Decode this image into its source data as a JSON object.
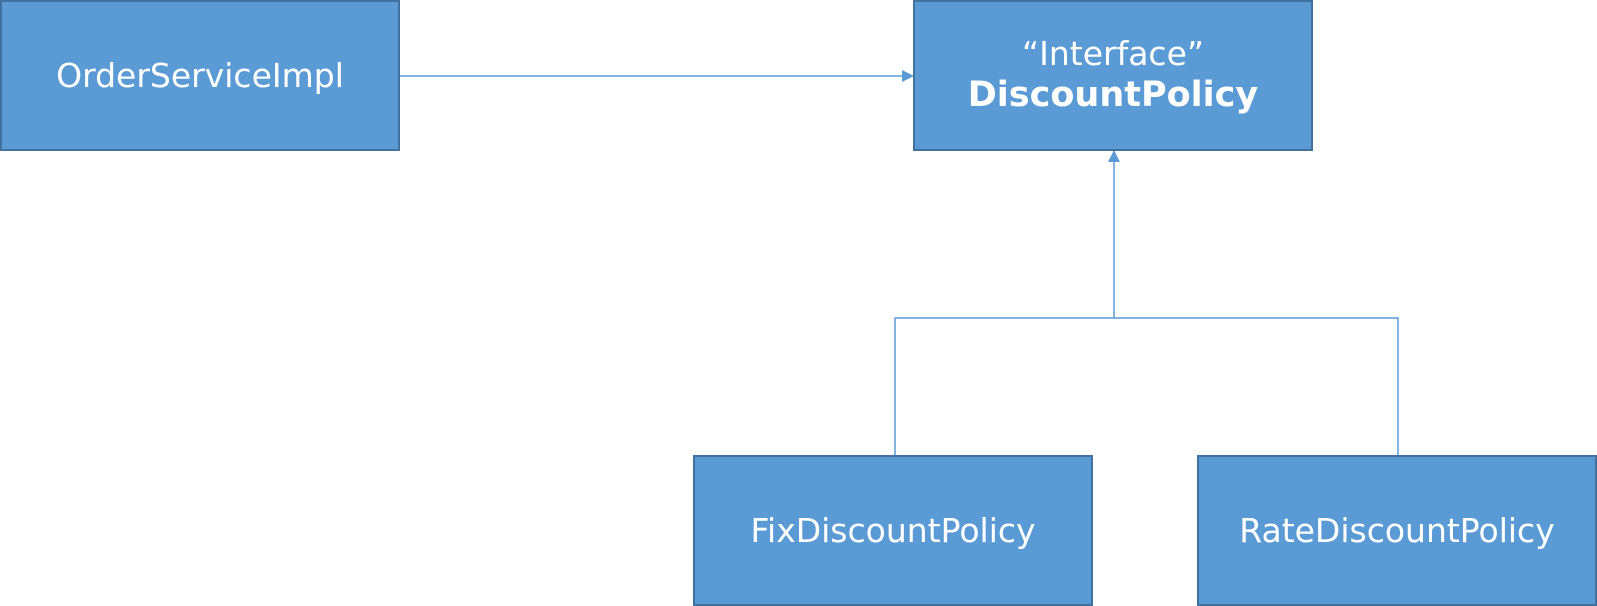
{
  "boxes": {
    "order_service": {
      "label": "OrderServiceImpl"
    },
    "discount_policy": {
      "stereotype": "“Interface”",
      "label": "DiscountPolicy"
    },
    "fix_policy": {
      "label": "FixDiscountPolicy"
    },
    "rate_policy": {
      "label": "RateDiscountPolicy"
    }
  },
  "relations": [
    {
      "from": "OrderServiceImpl",
      "to": "DiscountPolicy",
      "kind": "dependency"
    },
    {
      "from": "FixDiscountPolicy",
      "to": "DiscountPolicy",
      "kind": "implementation"
    },
    {
      "from": "RateDiscountPolicy",
      "to": "DiscountPolicy",
      "kind": "implementation"
    }
  ],
  "colors": {
    "box_fill": "#5b9bd5",
    "box_border": "#41719c",
    "connector": "#5b9bd5",
    "text": "#ffffff"
  }
}
